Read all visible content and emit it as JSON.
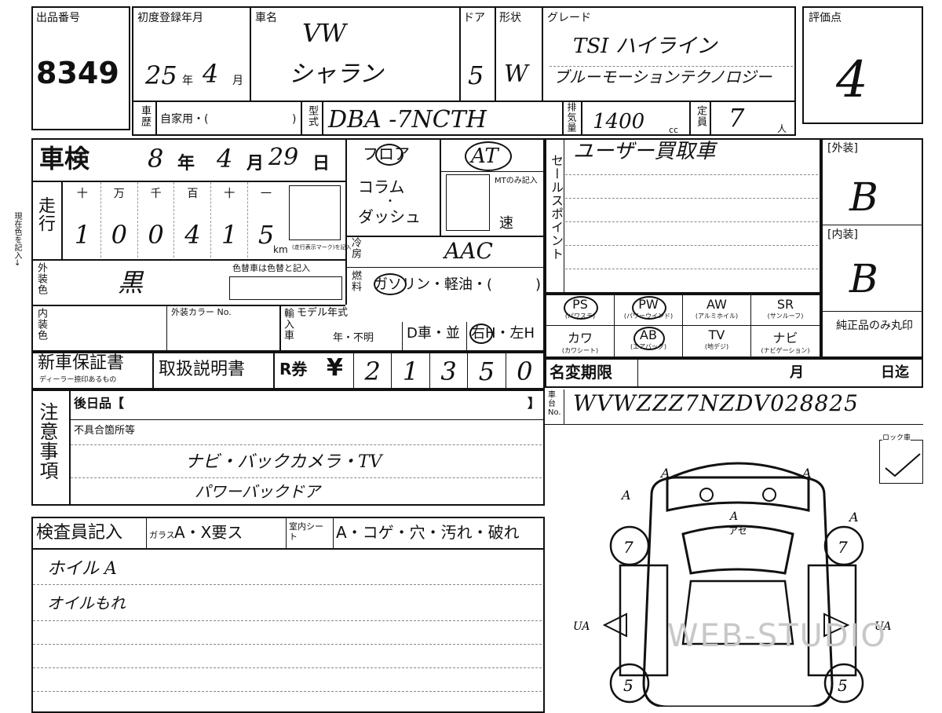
{
  "header": {
    "lot_label": "出品番号",
    "lot_number": "8349",
    "first_reg_label": "初度登録年月",
    "first_reg_year": "25",
    "year_unit": "年",
    "first_reg_month": "4",
    "month_unit": "月",
    "car_name_label": "車名",
    "maker": "VW",
    "model": "シャラン",
    "door_label": "ドア",
    "doors": "5",
    "shape_label": "形状",
    "shape": "W",
    "grade_label": "グレード",
    "grade_line1": "TSI ハイライン",
    "grade_line2": "ブルーモーションテクノロジー",
    "score_label": "評価点",
    "score": "4"
  },
  "row2": {
    "history_label": "車歴",
    "usage": "自家用・(",
    "usage_close": ")",
    "model_code_label": "型式",
    "model_code": "DBA -7NCTH",
    "displacement_label": "排気量",
    "displacement": "1400",
    "cc_unit": "cc",
    "capacity_label": "定員",
    "capacity": "7",
    "person_unit": "人"
  },
  "inspection": {
    "shaken_label": "車検",
    "year": "8",
    "year_unit": "年",
    "month": "4",
    "month_unit": "月",
    "day": "29",
    "day_unit": "日",
    "mileage_label": "走行",
    "digit_headers": [
      "十",
      "万",
      "千",
      "百",
      "十",
      "一"
    ],
    "mileage_digits": [
      "1",
      "0",
      "0",
      "4",
      "1",
      "5"
    ],
    "km_unit": "km",
    "km_note": "(走行表示マーク)を記入",
    "side_note": "現在色を記入→",
    "ext_color_label": "外装色",
    "ext_color": "黒",
    "color_change_label": "色替車は色替と記入",
    "int_color_label": "内装色",
    "ext_color_no_label": "外装カラー No.",
    "import_label": "輸入車",
    "model_year_label": "モデル年式",
    "model_year_unit": "年・不明",
    "dealer_label": "D車・並",
    "steering_label": "右H・左H"
  },
  "shift": {
    "floor": "フロア",
    "column": "コラム",
    "dot": "・",
    "dash": "ダッシュ",
    "at": "AT",
    "mt_label": "MTのみ記入",
    "speed": "速",
    "ac_label": "冷房",
    "ac_value": "AAC",
    "fuel_label": "燃料",
    "fuel_value": "ガソリン・軽油・(",
    "fuel_close": ")"
  },
  "sales": {
    "label": "セールスポイント",
    "value": "ユーザー買取車"
  },
  "equipment": [
    {
      "code": "PS",
      "desc": "(パワステ)",
      "circled": true
    },
    {
      "code": "PW",
      "desc": "(パワーウインド)",
      "circled": true
    },
    {
      "code": "AW",
      "desc": "(アルミホイル)",
      "circled": false
    },
    {
      "code": "SR",
      "desc": "(サンルーフ)",
      "circled": false
    },
    {
      "code": "カワ",
      "desc": "(カワシート)",
      "circled": false
    },
    {
      "code": "AB",
      "desc": "(エアバッグ)",
      "circled": true
    },
    {
      "code": "TV",
      "desc": "(地デジ)",
      "circled": false
    },
    {
      "code": "ナビ",
      "desc": "(ナビゲーション)",
      "circled": false
    }
  ],
  "grades": {
    "exterior_label": "[外装]",
    "exterior": "B",
    "interior_label": "[内装]",
    "interior": "B",
    "genuine_label": "純正品のみ丸印"
  },
  "docs": {
    "warranty": "新車保証書",
    "warranty_note": "ディーラー捺印あるもの",
    "manual": "取扱説明書",
    "recycle_label": "R券",
    "yen": "¥",
    "recycle_digits": [
      "2",
      "1",
      "3",
      "5",
      "0"
    ],
    "transfer_label": "名変期限",
    "transfer_month": "月",
    "transfer_day": "日迄",
    "chassis_label": "車台No.",
    "chassis": "WVWZZZ7NZDV028825"
  },
  "notes": {
    "label": "注意事項",
    "later_label": "後日品【",
    "later_close": "】",
    "defect_label": "不具合箇所等",
    "line1": "ナビ・バックカメラ・TV",
    "line2": "パワーバックドア"
  },
  "inspector": {
    "label": "検査員記入",
    "glass_label": "ガラス",
    "glass_value": "A・X要ス",
    "seat_label": "室内シート",
    "seat_value": "A・コゲ・穴・汚れ・破れ",
    "line1": "ホイル A",
    "line2": "オイルもれ"
  },
  "diagram": {
    "lock_label": "ロック車",
    "marks": [
      "A",
      "A",
      "A",
      "A",
      "A",
      "7",
      "7",
      "5",
      "5",
      "UA",
      "UA"
    ],
    "mase": "アセ"
  },
  "watermark": "WEB-STUDIO"
}
